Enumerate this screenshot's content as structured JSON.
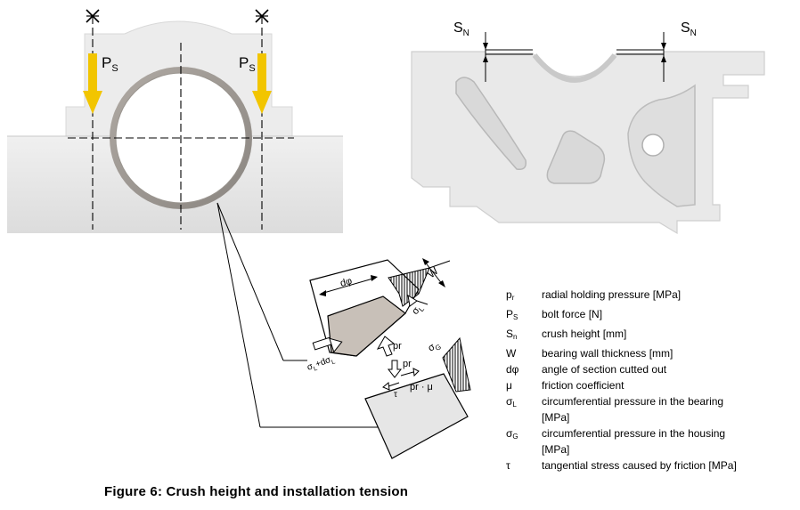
{
  "labels": {
    "ps": "P",
    "ps_sub": "S",
    "sn": "S",
    "sn_sub": "N",
    "dphi": "dφ",
    "w": "W",
    "sigma_l": "σ",
    "sigma_l_sub": "L",
    "sigma_l_dsigma": "σ",
    "sigma_l_dsigma_sub": "L",
    "sigma_l_dsigma_plus": "+dσ",
    "sigma_l_dsigma_sub2": "L",
    "pr": "pr",
    "pr_mu": "pr · μ",
    "tau": "τ",
    "sigma_g": "σ",
    "sigma_g_sub": "G"
  },
  "legend": [
    {
      "sym": "p",
      "sub": "r",
      "desc": "radial holding pressure [MPa]"
    },
    {
      "sym": "P",
      "sub": "S",
      "desc": "bolt force [N]"
    },
    {
      "sym": "S",
      "sub": "n",
      "desc": "crush height [mm]"
    },
    {
      "sym": "W",
      "sub": "",
      "desc": "bearing wall thickness [mm]"
    },
    {
      "sym": "dφ",
      "sub": "",
      "desc": "angle of section cutted out"
    },
    {
      "sym": "μ",
      "sub": "",
      "desc": "friction coefficient"
    },
    {
      "sym": "σ",
      "sub": "L",
      "desc": "circumferential pressure in the bearing",
      "desc2": "[MPa]"
    },
    {
      "sym": "σ",
      "sub": "G",
      "desc": "circumferential pressure in the housing",
      "desc2": "[MPa]"
    },
    {
      "sym": "τ",
      "sub": "",
      "desc": "tangential stress caused by friction [MPa]"
    }
  ],
  "caption": "Figure 6: Crush height and installation tension",
  "colors": {
    "housing": "#e8e8e8",
    "bolt_arrow": "#f2c500",
    "segment_fill": "#c8c0b8"
  }
}
